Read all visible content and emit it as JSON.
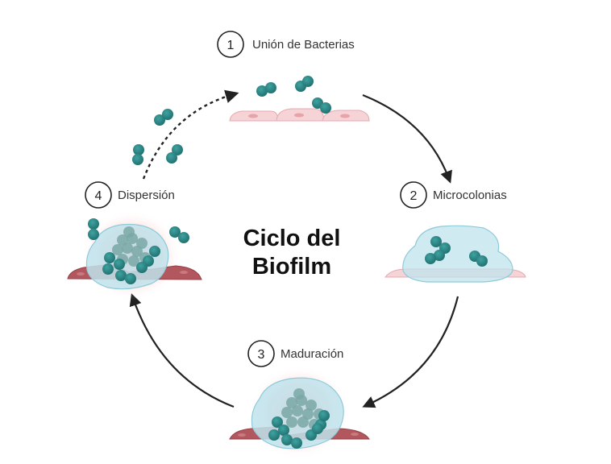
{
  "title": {
    "line1": "Ciclo  del",
    "line2": "Biofilm"
  },
  "stages": [
    {
      "number": "1",
      "label": "Unión de Bacterias"
    },
    {
      "number": "2",
      "label": "Microcolonias"
    },
    {
      "number": "3",
      "label": "Maduración"
    },
    {
      "number": "4",
      "label": "Dispersión"
    }
  ],
  "colors": {
    "bacteria": "#2e8a8a",
    "bacteria_dark": "#1f6e6e",
    "host_cell_light": "#f5d3d6",
    "host_cell_dark": "#b3575e",
    "matrix": "#bfe3ec",
    "glow": "#ff5b5b",
    "arrow": "#222222"
  },
  "icons": [
    "bacteria-icon",
    "host-cell-icon",
    "biofilm-matrix-icon",
    "cycle-arrow-icon"
  ]
}
